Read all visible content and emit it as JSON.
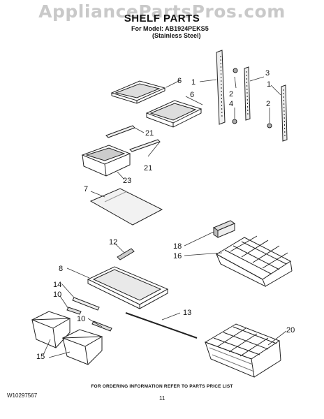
{
  "watermark": "AppliancePartsPros.com",
  "header": {
    "title": "SHELF PARTS",
    "model_line": "For Model: AB1924PEKS5",
    "finish_line": "(Stainless Steel)"
  },
  "callouts": [
    "1",
    "2",
    "4",
    "3",
    "1",
    "2",
    "6",
    "6",
    "21",
    "21",
    "23",
    "7",
    "12",
    "18",
    "16",
    "8",
    "14",
    "10",
    "10",
    "13",
    "15",
    "20"
  ],
  "footer": {
    "ordering_note": "FOR ORDERING INFORMATION REFER TO PARTS PRICE LIST",
    "doc_number": "W10297567",
    "page_number": "11"
  }
}
